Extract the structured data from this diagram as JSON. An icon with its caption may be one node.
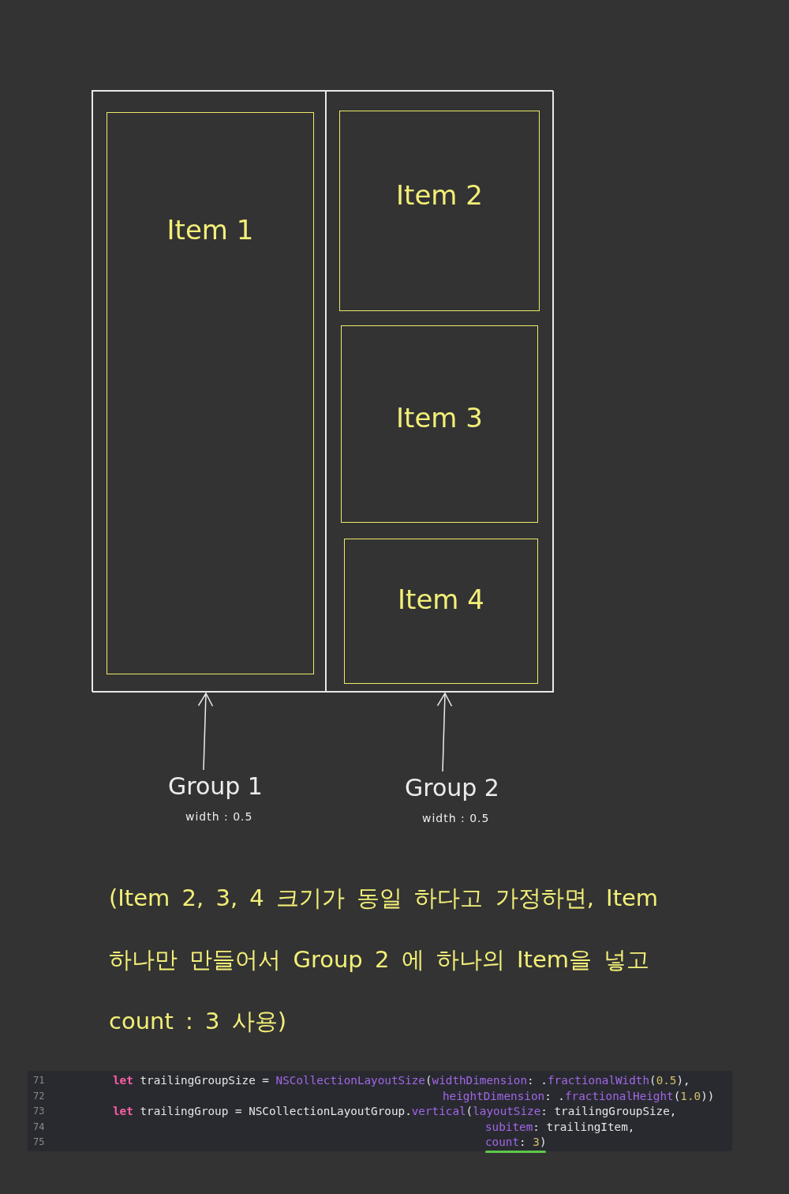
{
  "diagram": {
    "nodes": [
      {
        "text": [],
        "shape": "box"
      },
      {
        "text": [],
        "shape": "box",
        "in": 0
      },
      {
        "text": [
          "Item 1"
        ],
        "in": 1
      },
      {
        "text": [],
        "shape": "box",
        "in": 0
      },
      {
        "text": [
          "Item 2"
        ],
        "in": 3
      },
      {
        "text": [
          "Item 3"
        ],
        "in": 3
      },
      {
        "text": [
          "Item 4"
        ],
        "in": 3
      },
      {
        "text": [
          "Group 1"
        ],
        "beside": [
          "width : 0.5"
        ]
      },
      {
        "text": [
          "Group 2"
        ],
        "beside": [
          "width : 0.5"
        ]
      }
    ],
    "edges": [
      {
        "from": 7,
        "to": 1,
        "arrow": "to"
      },
      {
        "from": 8,
        "to": 3,
        "arrow": "to"
      }
    ],
    "labels": [
      "(Item 2, 3, 4 크기가 동일 하다고 가정하면, Item 하나만 만들어서 Group 2 에 하나의 Item을 넣고 count : 3 사용)",
      "71",
      "let trailingGroupSize = NSCollectionLayoutSize(widthDimension: .fractionalWidth(0.5),",
      "72",
      "heightDimension: .fractionalHeight(1.0))",
      "73",
      "let trailingGroup = NSCollectionLayoutGroup.vertical(layoutSize: trailingGroupSize,",
      "74",
      "subitem: trailingItem,",
      "75",
      "count: 3)"
    ]
  }
}
